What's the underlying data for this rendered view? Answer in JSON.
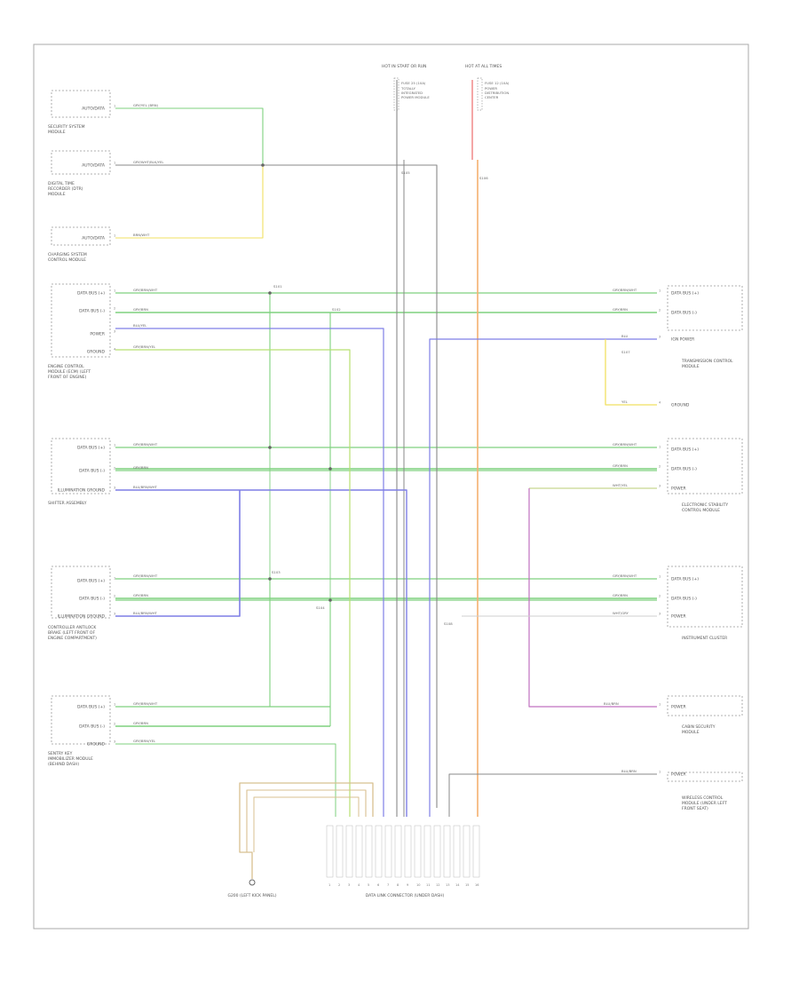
{
  "diagram": {
    "footer": "",
    "modules_left": [
      {
        "id": "m1",
        "name": "SECURITY SYSTEM MODULE",
        "pins": [
          "AUTO/DATA"
        ],
        "wires": [
          "GRY/YEL (BRN)"
        ]
      },
      {
        "id": "m2",
        "name": "DIGITAL TIME RECORDER (DTR) MODULE",
        "pins": [
          "AUTO/DATA"
        ],
        "wires": [
          "GRY/WHT/BLK/YEL"
        ]
      },
      {
        "id": "m3",
        "name": "CHARGING SYSTEM CONTROL MODULE",
        "pins": [
          "AUTO/DATA"
        ],
        "wires": [
          "BRN/WHT"
        ]
      },
      {
        "id": "m4",
        "name": "ENGINE CONTROL MODULE (ECM) (LEFT FRONT OF ENGINE)",
        "pins": [
          "DATA BUS (+)",
          "DATA BUS (-)",
          "POWER",
          "GROUND"
        ],
        "wires": [
          "GRY/BRN/WHT",
          "GRY/BRN",
          "BLU/YEL",
          "GRY/BRN/YEL"
        ]
      },
      {
        "id": "m5",
        "name": "SHIFTER ASSEMBLY",
        "pins": [
          "DATA BUS (+)",
          "DATA BUS (-)",
          "ILLUMINATION GROUND"
        ],
        "wires": [
          "GRY/BRN/WHT",
          "GRY/BRN",
          "BLU/BRN/WHT"
        ]
      },
      {
        "id": "m6",
        "name": "CONTROLLER ANTILOCK BRAKE (LEFT FRONT OF ENGINE COMPARTMENT)",
        "pins": [
          "DATA BUS (+)",
          "DATA BUS (-)",
          "ILLUMINATION GROUND"
        ],
        "wires": [
          "GRY/BRN/WHT",
          "GRY/BRN",
          "BLU/BRN/WHT"
        ]
      },
      {
        "id": "m7",
        "name": "SENTRY KEY IMMOBILIZER MODULE (BEHIND DASH)",
        "pins": [
          "DATA BUS (+)",
          "DATA BUS (-)",
          "GROUND"
        ],
        "wires": [
          "GRY/BRN/WHT",
          "GRY/BRN",
          "GRY/BRN/YEL"
        ]
      }
    ],
    "modules_right": [
      {
        "id": "r1",
        "name": "TRANSMISSION CONTROL MODULE",
        "pins": [
          "DATA BUS (+)",
          "DATA BUS (-)",
          "IGN POWER",
          "GROUND"
        ],
        "wires": [
          "GRY/BRN/WHT",
          "GRY/BRN",
          "BLU",
          "YEL"
        ]
      },
      {
        "id": "r2",
        "name": "ELECTRONIC STABILITY CONTROL MODULE",
        "pins": [
          "DATA BUS (+)",
          "DATA BUS (-)",
          "POWER"
        ],
        "wires": [
          "GRY/BRN/WHT",
          "GRY/BRN",
          "WHT/YEL"
        ]
      },
      {
        "id": "r3",
        "name": "INSTRUMENT CLUSTER",
        "pins": [
          "DATA BUS (+)",
          "DATA BUS (-)",
          "POWER"
        ],
        "wires": [
          "GRY/BRN/WHT",
          "GRY/BRN",
          "WHT/GRY"
        ]
      },
      {
        "id": "r4",
        "name": "CABIN SECURITY MODULE",
        "pins": [
          "POWER"
        ],
        "wires": [
          "BLU/BRN"
        ]
      },
      {
        "id": "r5",
        "name": "WIRELESS CONTROL MODULE (UNDER LEFT FRONT SEAT)",
        "pins": [
          "POWER"
        ],
        "wires": [
          "BLU/BRN"
        ]
      }
    ],
    "sources": [
      {
        "name": "HOT IN START OR RUN",
        "fuse": "FUSE 25 (10A)",
        "box": "TOTALLY INTEGRATED POWER MODULE"
      },
      {
        "name": "HOT AT ALL TIMES",
        "fuse": "FUSE 12 (10A)",
        "box": "POWER DISTRIBUTION CENTER"
      }
    ],
    "connector": {
      "name": "DATA LINK CONNECTOR (UNDER DASH)"
    },
    "ground": {
      "name": "G200 (LEFT KICK PANEL)"
    },
    "splices": [
      "S101",
      "S102",
      "S103",
      "S104",
      "S105",
      "S106",
      "S107",
      "S108"
    ],
    "colors": {
      "gray": "#888888",
      "green": "#7fd17f",
      "blue": "#7f7fe6",
      "yellow": "#f0e060",
      "orange": "#f5b070",
      "pink": "#f08080",
      "tan": "#d8c090",
      "purple": "#c070c0",
      "frame": "#aaaaaa"
    }
  }
}
